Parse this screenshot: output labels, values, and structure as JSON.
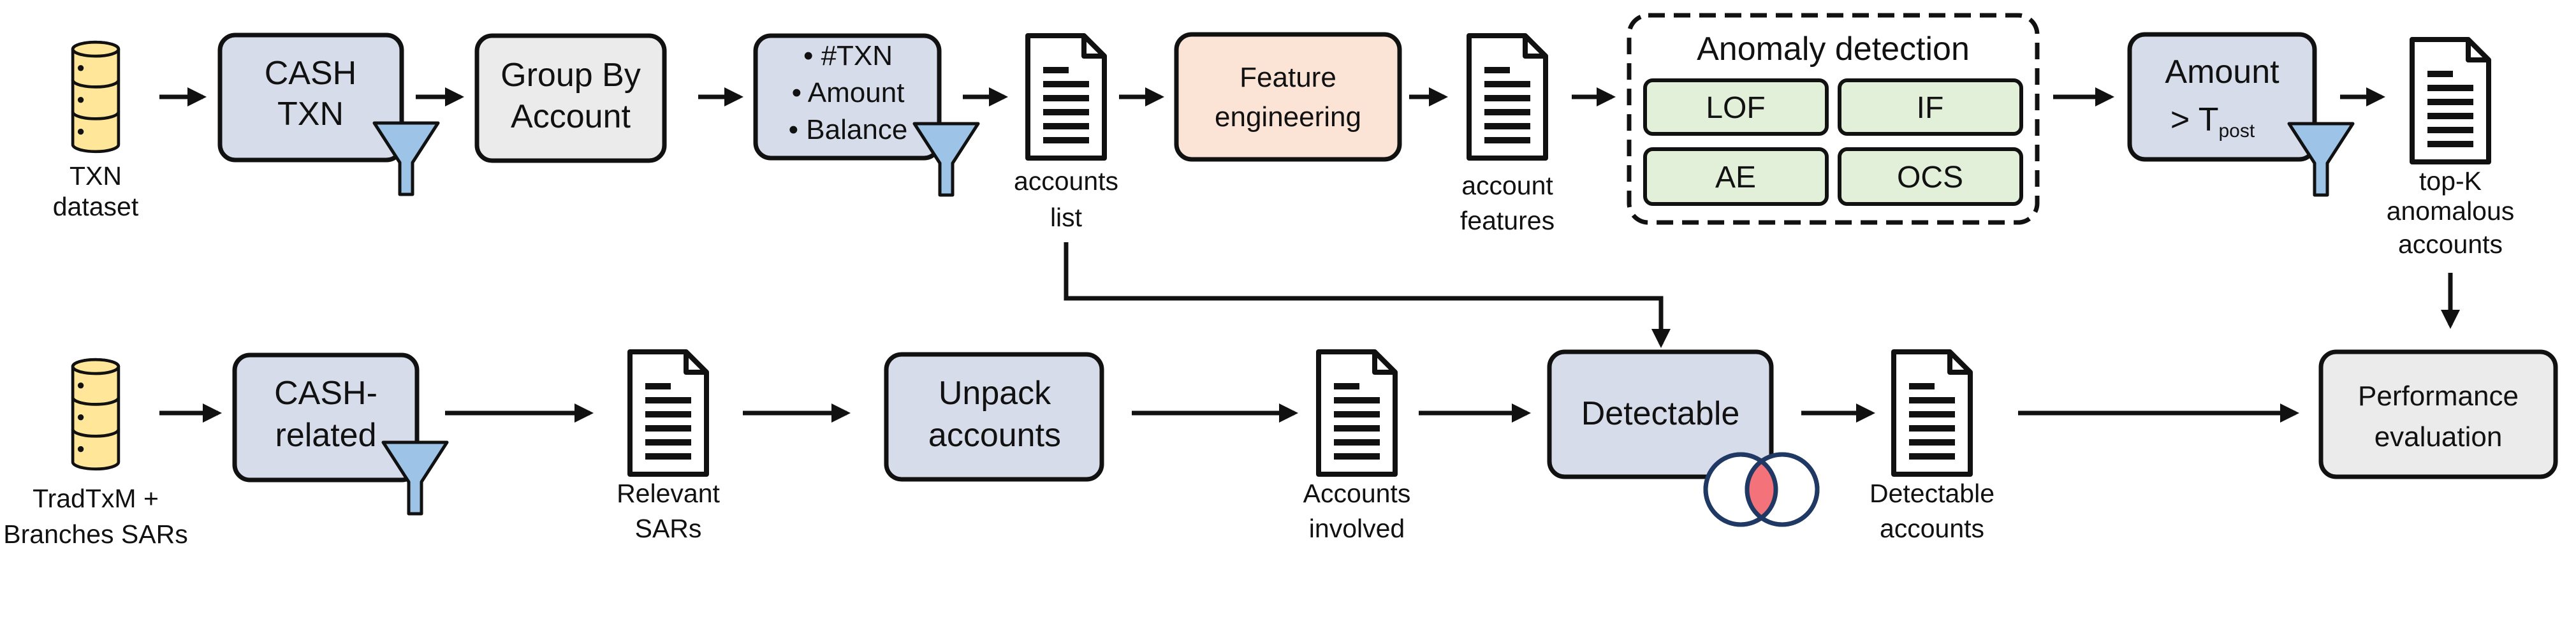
{
  "colors": {
    "blue_box": "#d6dce9",
    "gray_box": "#ebebeb",
    "peach_box": "#fbe3d6",
    "green_box": "#e2f0d9",
    "filter_fill": "#9dc3e6",
    "database_fill": "#ffe699",
    "stroke": "#111111",
    "venn_stroke": "#1f3864",
    "venn_overlap": "#f4727a"
  },
  "icons": {
    "database": "database-icon",
    "document": "document-icon",
    "filter": "filter-funnel-icon",
    "venn": "venn-diagram-icon",
    "arrow": "arrow-right-icon"
  },
  "top_row": {
    "txn_dataset_label": [
      "TXN",
      "dataset"
    ],
    "cash_txn_box": [
      "CASH",
      "TXN"
    ],
    "group_by_box": [
      "Group By",
      "Account"
    ],
    "features_list": [
      "• #TXN",
      "• Amount",
      "• Balance"
    ],
    "accounts_list_label": [
      "accounts",
      "list"
    ],
    "feature_engineering_box": [
      "Feature",
      "engineering"
    ],
    "account_features_label": [
      "account",
      "features"
    ],
    "anomaly_detection": {
      "title": "Anomaly detection",
      "methods": [
        "LOF",
        "IF",
        "AE",
        "OCS"
      ]
    },
    "amount_threshold_box": {
      "line1": "Amount",
      "line2_prefix": "> T",
      "line2_subscript": "post"
    },
    "top_k_label": [
      "top-K",
      "anomalous",
      "accounts"
    ]
  },
  "bottom_row": {
    "tradtxm_label": [
      "TradTxM +",
      "Branches SARs"
    ],
    "cash_related_box": [
      "CASH-",
      "related"
    ],
    "relevant_sars_label": [
      "Relevant",
      "SARs"
    ],
    "unpack_box": [
      "Unpack",
      "accounts"
    ],
    "accounts_involved_label": [
      "Accounts",
      "involved"
    ],
    "detectable_box": "Detectable",
    "detectable_accounts_label": [
      "Detectable",
      "accounts"
    ],
    "performance_box": [
      "Performance",
      "evaluation"
    ]
  }
}
